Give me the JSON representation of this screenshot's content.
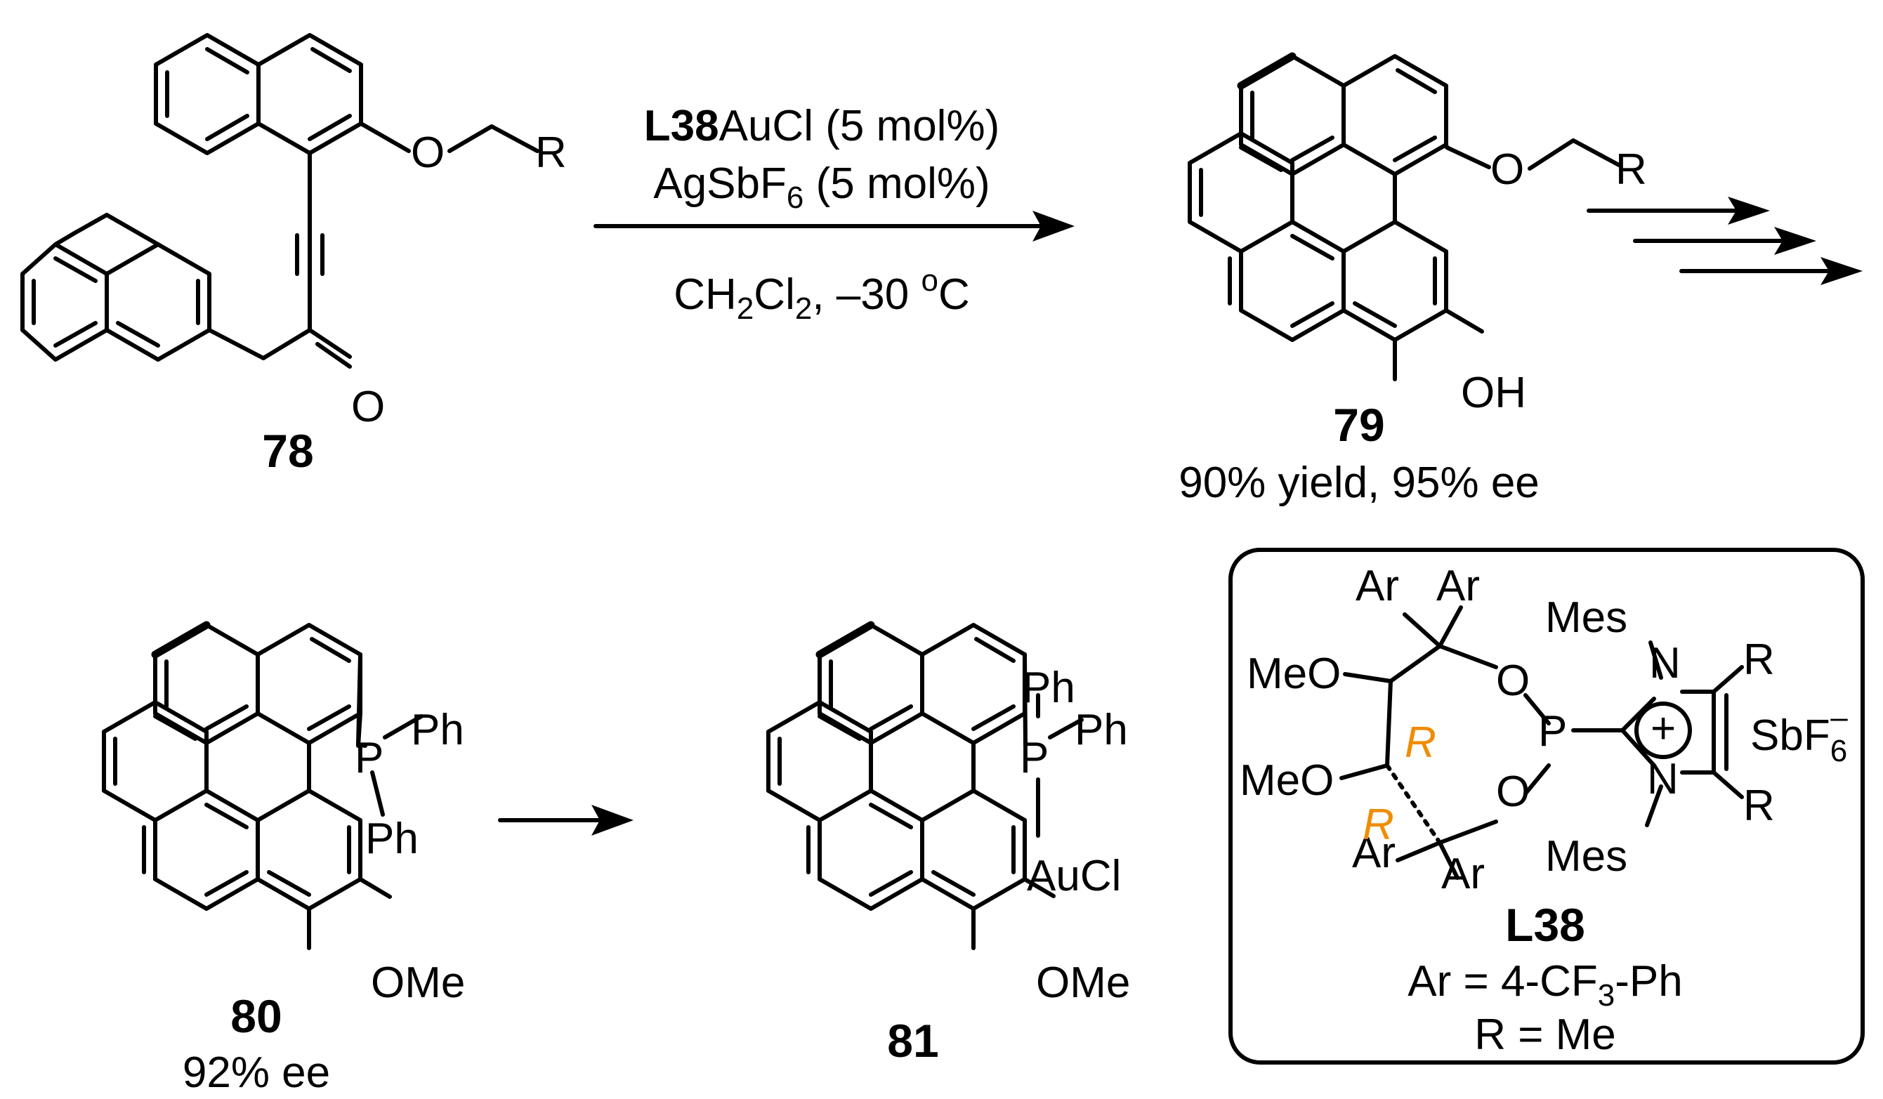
{
  "colors": {
    "ink": "#000000",
    "stereo_label": "#f08c00",
    "background": "#ffffff"
  },
  "reaction1": {
    "catalyst_bold": "L38",
    "catalyst_rest": "AuCl (5 mol%)",
    "additive_main": "AgSbF",
    "additive_sub": "6",
    "additive_rest": " (5 mol%)",
    "solvent_1": "CH",
    "solvent_sub1": "2",
    "solvent_2": "Cl",
    "solvent_sub2": "2",
    "solvent_3": ", –30 ",
    "temp_sup": "o",
    "temp_unit": "C"
  },
  "compound78": {
    "label": "78",
    "atom_O_ether": "O",
    "atom_R": "R",
    "atom_O_ketone": "O"
  },
  "compound79": {
    "label": "79",
    "result": "90% yield, 95% ee",
    "atom_O_ether": "O",
    "atom_R": "R",
    "atom_OH": "OH"
  },
  "compound80": {
    "label": "80",
    "result": "92% ee",
    "atom_P": "P",
    "atom_Ph1": "Ph",
    "atom_Ph2": "Ph",
    "atom_OMe": "OMe"
  },
  "compound81": {
    "label": "81",
    "atom_P": "P",
    "atom_Ph1": "Ph",
    "atom_Ph2": "Ph",
    "atom_AuCl": "AuCl",
    "atom_OMe": "OMe"
  },
  "ligand_box": {
    "label": "L38",
    "ar_def_main": "Ar = 4-CF",
    "ar_def_sub": "3",
    "ar_def_rest": "-Ph",
    "r_def": "R = Me",
    "atoms": {
      "Ar_top1": "Ar",
      "Ar_top2": "Ar",
      "Ar_bot1": "Ar",
      "Ar_bot2": "Ar",
      "MeO_top": "MeO",
      "MeO_bot": "MeO",
      "O_top": "O",
      "O_bot": "O",
      "P": "P",
      "N_top": "N",
      "N_bot": "N",
      "Mes_top": "Mes",
      "Mes_bot": "Mes",
      "R_top": "R",
      "R_bot": "R",
      "plus": "+",
      "SbF": "SbF",
      "SbF_sub": "6",
      "SbF_sup": "–",
      "stereo_R1": "R",
      "stereo_R2": "R"
    }
  }
}
